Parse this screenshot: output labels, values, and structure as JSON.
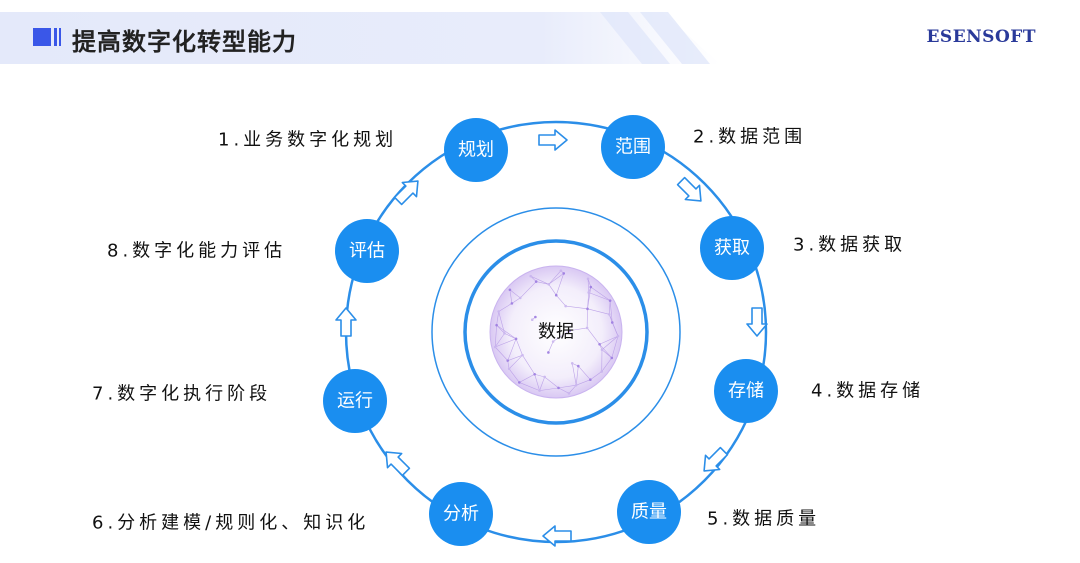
{
  "header": {
    "title": "提高数字化转型能力",
    "brand": "ESENSOFT"
  },
  "center": {
    "label": "数据"
  },
  "colors": {
    "node": "#1a8ef0",
    "ring": "#2b8ee8",
    "title_accent": "#3a57e8",
    "brand": "#2a3a9a"
  },
  "nodes": [
    {
      "label": "规划",
      "step": "1.业务数字化规划"
    },
    {
      "label": "范围",
      "step": "2.数据范围"
    },
    {
      "label": "获取",
      "step": "3.数据获取"
    },
    {
      "label": "存储",
      "step": "4.数据存储"
    },
    {
      "label": "质量",
      "step": "5.数据质量"
    },
    {
      "label": "分析",
      "step": "6.分析建模/规则化、知识化"
    },
    {
      "label": "运行",
      "step": "7.数字化执行阶段"
    },
    {
      "label": "评估",
      "step": "8.数字化能力评估"
    }
  ]
}
